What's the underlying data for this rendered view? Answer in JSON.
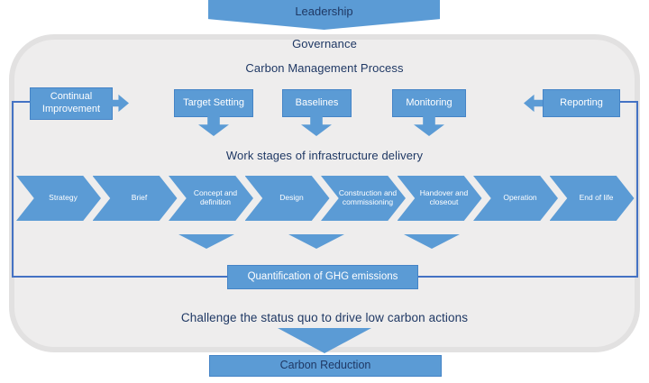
{
  "colors": {
    "blue": "#5B9BD5",
    "blue_border": "#4584C6",
    "connector": "#4472C4",
    "dark_text": "#1F3864",
    "panel_fill": "#EEEDED",
    "panel_border": "#E2E1E1"
  },
  "top": {
    "leadership": "Leadership"
  },
  "container": {
    "governance": "Governance",
    "title": "Carbon Management Process",
    "boxes": {
      "continual_improvement": "Continual Improvement",
      "target_setting": "Target Setting",
      "baselines": "Baselines",
      "monitoring": "Monitoring",
      "reporting": "Reporting"
    },
    "work_stages_title": "Work stages of infrastructure delivery",
    "stages": [
      "Strategy",
      "Brief",
      "Concept and definition",
      "Design",
      "Construction and commissioning",
      "Handover and closeout",
      "Operation",
      "End of life"
    ],
    "quantification": "Quantification of GHG emissions",
    "challenge": "Challenge the status quo to drive low carbon actions"
  },
  "bottom": {
    "carbon_reduction": "Carbon Reduction"
  }
}
